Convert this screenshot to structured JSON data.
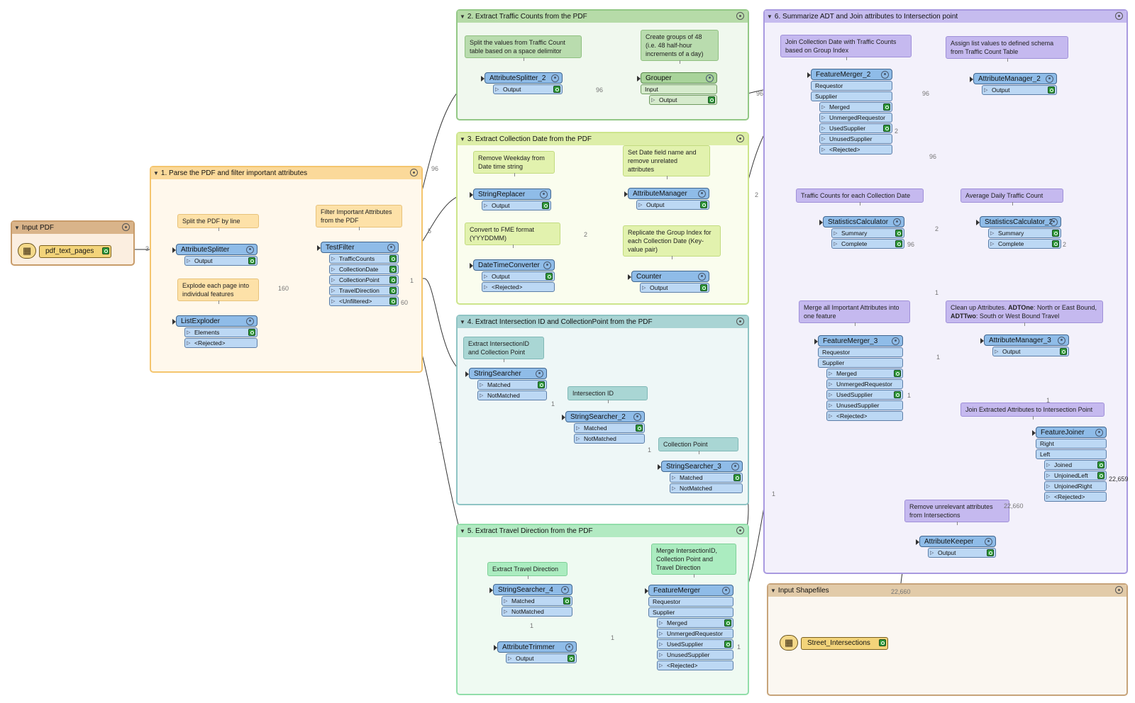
{
  "bookmarks": {
    "input_pdf": "Input PDF",
    "b1": "1. Parse the PDF and filter important attributes",
    "b2": "2. Extract Traffic Counts from the PDF",
    "b3": "3. Extract Collection Date from the PDF",
    "b4": "4. Extract Intersection ID and CollectionPoint from the PDF",
    "b5": "5. Extract Travel Direction from the PDF",
    "b6": "6. Summarize ADT and Join attributes to Intersection point",
    "input_shp": "Input Shapefiles"
  },
  "readers": {
    "pdf": "pdf_text_pages",
    "shp": "Street_Intersections"
  },
  "annotations": {
    "split_pdf": "Split the PDF by line",
    "explode": "Explode each page into individual features",
    "filter": "Filter Important Attributes from the PDF",
    "split_values": "Split the values from Traffic Count table based on a space delimitor",
    "groups": "Create groups of 48 (i.e. 48 half-hour increments of a day)",
    "weekday": "Remove Weekday from Date time string",
    "fme_format": "Convert to FME format (YYYDDMM)",
    "set_date": "Set Date field name and remove unrelated attributes",
    "replicate": "Replicate the Group Index for each Collection Date (Key-value pair)",
    "extract_id": "Extract IntersectionID and Collection Point",
    "int_id": "Intersection ID",
    "coll_point": "Collection Point",
    "travel_dir": "Extract Travel Direction",
    "merge_id": "Merge IntersectionID, Collection Point and Travel Direction",
    "join_date": "Join Collection Date with Traffic Counts based on Group Index",
    "assign_list": "Assign list values to defined schema from Traffic Count Table",
    "tc_each": "Traffic Counts for each Collection Date",
    "adt": "Average Daily Traffic Count",
    "merge_all": "Merge all Important Attributes into one feature",
    "cleanup_pre": "Clean up Attributes. ",
    "cleanup_b1": "ADTOne",
    "cleanup_mid": ": North or East Bound, ",
    "cleanup_b2": "ADTTwo",
    "cleanup_post": ": South or West Bound Travel",
    "join_extracted": "Join Extracted Attributes to Intersection Point",
    "remove_irrel": "Remove unrelevant attributes from Intersections"
  },
  "transformers": {
    "attr_splitter": {
      "name": "AttributeSplitter",
      "ports": [
        "Output"
      ]
    },
    "list_exploder": {
      "name": "ListExploder",
      "ports": [
        "Elements",
        "<Rejected>"
      ]
    },
    "test_filter": {
      "name": "TestFilter",
      "ports": [
        "TrafficCounts",
        "CollectionDate",
        "CollectionPoint",
        "TravelDirection",
        "<Unfiltered>"
      ]
    },
    "attr_splitter_2": {
      "name": "AttributeSplitter_2",
      "ports": [
        "Output"
      ]
    },
    "grouper": {
      "name": "Grouper",
      "ports": [
        "Input",
        "Output"
      ]
    },
    "string_replacer": {
      "name": "StringReplacer",
      "ports": [
        "Output"
      ]
    },
    "dt_converter": {
      "name": "DateTimeConverter",
      "ports": [
        "Output",
        "<Rejected>"
      ]
    },
    "attr_manager": {
      "name": "AttributeManager",
      "ports": [
        "Output"
      ]
    },
    "counter": {
      "name": "Counter",
      "ports": [
        "Output"
      ]
    },
    "string_searcher": {
      "name": "StringSearcher",
      "ports": [
        "Matched",
        "NotMatched"
      ]
    },
    "string_searcher_2": {
      "name": "StringSearcher_2",
      "ports": [
        "Matched",
        "NotMatched"
      ]
    },
    "string_searcher_3": {
      "name": "StringSearcher_3",
      "ports": [
        "Matched",
        "NotMatched"
      ]
    },
    "string_searcher_4": {
      "name": "StringSearcher_4",
      "ports": [
        "Matched",
        "NotMatched"
      ]
    },
    "attr_trimmer": {
      "name": "AttributeTrimmer",
      "ports": [
        "Output"
      ]
    },
    "feature_merger": {
      "name": "FeatureMerger",
      "ports": [
        "Requestor",
        "Supplier",
        "Merged",
        "UnmergedRequestor",
        "UsedSupplier",
        "UnusedSupplier",
        "<Rejected>"
      ]
    },
    "feature_merger_2": {
      "name": "FeatureMerger_2",
      "ports": [
        "Requestor",
        "Supplier",
        "Merged",
        "UnmergedRequestor",
        "UsedSupplier",
        "UnusedSupplier",
        "<Rejected>"
      ]
    },
    "attr_manager_2": {
      "name": "AttributeManager_2",
      "ports": [
        "Output"
      ]
    },
    "stats_calc": {
      "name": "StatisticsCalculator",
      "ports": [
        "Summary",
        "Complete"
      ]
    },
    "stats_calc_2": {
      "name": "StatisticsCalculator_2",
      "ports": [
        "Summary",
        "Complete"
      ]
    },
    "feature_merger_3": {
      "name": "FeatureMerger_3",
      "ports": [
        "Requestor",
        "Supplier",
        "Merged",
        "UnmergedRequestor",
        "UsedSupplier",
        "UnusedSupplier",
        "<Rejected>"
      ]
    },
    "attr_manager_3": {
      "name": "AttributeManager_3",
      "ports": [
        "Output"
      ]
    },
    "feature_joiner": {
      "name": "FeatureJoiner",
      "ports": [
        "Right",
        "Left",
        "Joined",
        "UnjoinedLeft",
        "UnjoinedRight",
        "<Rejected>"
      ]
    },
    "attr_keeper": {
      "name": "AttributeKeeper",
      "ports": [
        "Output"
      ]
    }
  },
  "counts": {
    "c3": "3",
    "c160": "160",
    "c96a": "96",
    "c96b": "96",
    "c96c": "96",
    "c96d": "96",
    "c96e": "96",
    "c96f": "96",
    "c5": "5",
    "c2a": "2",
    "c2b": "2",
    "c2c": "2",
    "c2d": "2",
    "c2e": "2",
    "c1a": "1",
    "c1b": "1",
    "c1c": "1",
    "c1d": "1",
    "c1e": "1",
    "c1f": "1",
    "c1g": "1",
    "c1h": "1",
    "c1i": "1",
    "c1j": "1",
    "c1k": "1",
    "c1l": "1",
    "c60": "60",
    "c22659": "22,659",
    "c22660a": "22,660",
    "c22660b": "22,660"
  }
}
